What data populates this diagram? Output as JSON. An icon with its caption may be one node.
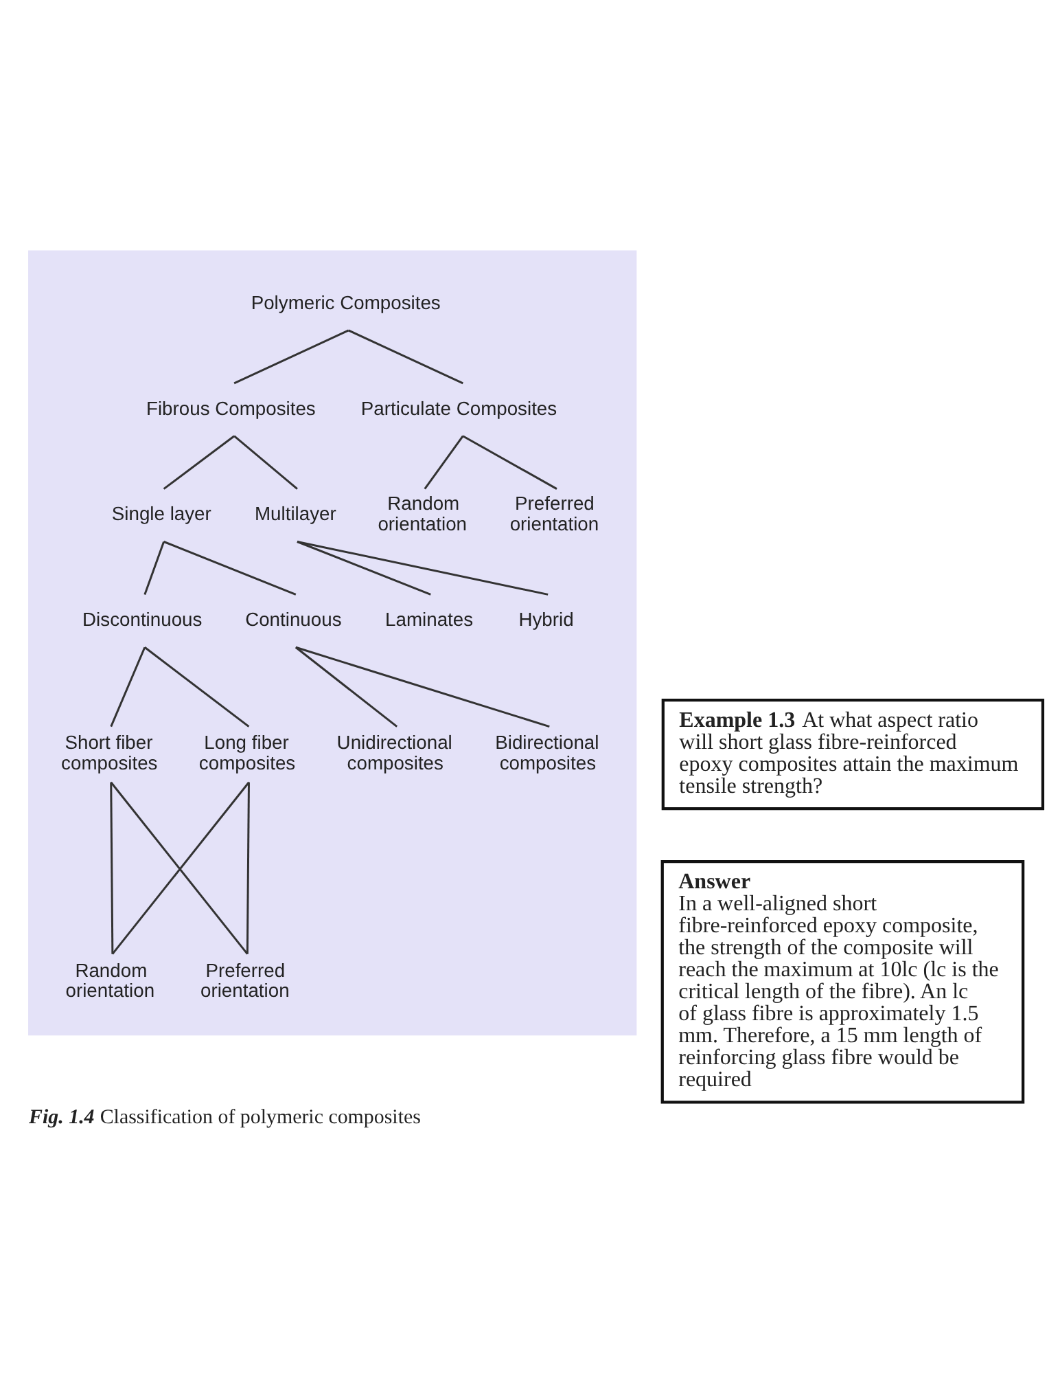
{
  "diagram": {
    "caption": "*Fig. 1.4* Classification of polymeric composites",
    "nodes": [
      {
        "text": [],
        "shape": "box"
      },
      {
        "text": [
          "Polymeric Composites"
        ],
        "in": 0
      },
      {
        "text": [
          "Fibrous Composites"
        ],
        "in": 0
      },
      {
        "text": [
          "Particulate Composites"
        ],
        "in": 0
      },
      {
        "text": [
          "Single layer"
        ],
        "in": 0
      },
      {
        "text": [
          "Multilayer"
        ],
        "in": 0
      },
      {
        "text": [
          "Random orientation"
        ],
        "in": 0
      },
      {
        "text": [
          "Preferred orientation"
        ],
        "in": 0
      },
      {
        "text": [
          "Discontinuous"
        ],
        "in": 0
      },
      {
        "text": [
          "Continuous"
        ],
        "in": 0
      },
      {
        "text": [
          "Laminates"
        ],
        "in": 0
      },
      {
        "text": [
          "Hybrid"
        ],
        "in": 0
      },
      {
        "text": [
          "Short fiber composites"
        ],
        "in": 0
      },
      {
        "text": [
          "Long fiber composites"
        ],
        "in": 0
      },
      {
        "text": [
          "Unidirectional composites"
        ],
        "in": 0
      },
      {
        "text": [
          "Bidirectional composites"
        ],
        "in": 0
      },
      {
        "text": [
          "Random orientation"
        ],
        "in": 0
      },
      {
        "text": [
          "Preferred orientation"
        ],
        "in": 0
      },
      {
        "text": [
          "**Example 1.3** At what aspect ratio will short glass fibre-reinforced epoxy composites attain the maximum tensile strength?"
        ]
      },
      {
        "text": [
          "Answer",
          "In a well-aligned short fibre-reinforced epoxy composite, the strength of the composite will reach the maximum at 10lc (lc is the critical length of the fibre). An lc of glass fibre is approximately 1.5 mm. Therefore, a 15 mm length of reinforcing glass fibre would be required"
        ]
      }
    ],
    "edges": [
      {
        "from": 1,
        "to": 2,
        "arrow": "none"
      },
      {
        "from": 1,
        "to": 3,
        "arrow": "none"
      },
      {
        "from": 2,
        "to": 4,
        "arrow": "none"
      },
      {
        "from": 2,
        "to": 5,
        "arrow": "none"
      },
      {
        "from": 3,
        "to": 6,
        "arrow": "none"
      },
      {
        "from": 3,
        "to": 7,
        "arrow": "none"
      },
      {
        "from": 4,
        "to": 8,
        "arrow": "none"
      },
      {
        "from": 4,
        "to": 9,
        "arrow": "none"
      },
      {
        "from": 5,
        "to": 10,
        "arrow": "none"
      },
      {
        "from": 5,
        "to": 11,
        "arrow": "none"
      },
      {
        "from": 8,
        "to": 12,
        "arrow": "none"
      },
      {
        "from": 8,
        "to": 13,
        "arrow": "none"
      },
      {
        "from": 9,
        "to": 14,
        "arrow": "none"
      },
      {
        "from": 9,
        "to": 15,
        "arrow": "none"
      },
      {
        "from": 12,
        "to": 16,
        "arrow": "none"
      },
      {
        "from": 12,
        "to": 17,
        "arrow": "none"
      },
      {
        "from": 13,
        "to": 16,
        "arrow": "none"
      },
      {
        "from": 13,
        "to": 17,
        "arrow": "none"
      }
    ]
  }
}
